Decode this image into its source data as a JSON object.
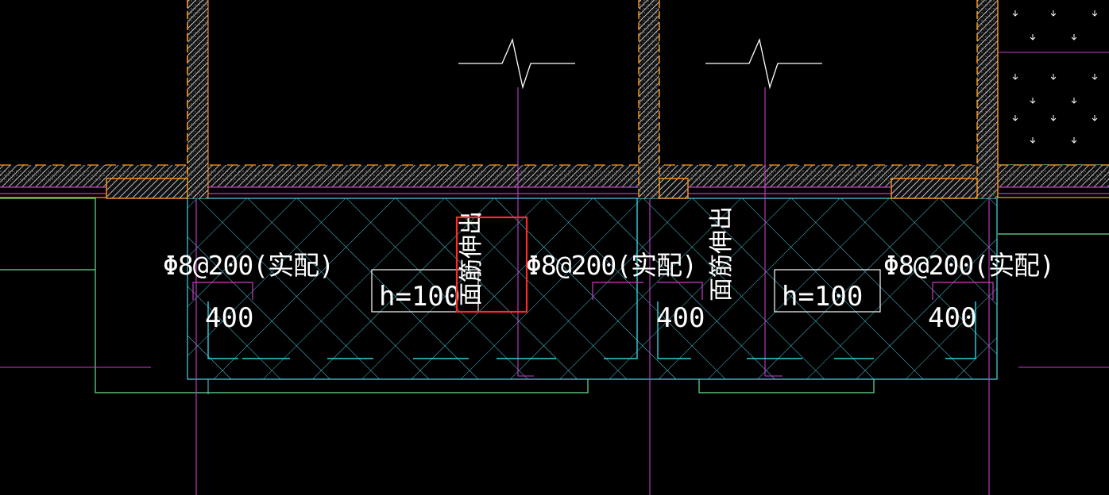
{
  "drawing": {
    "background": "#000000",
    "colors": {
      "wall_outline": "#ff9a1f",
      "wall_hatch": "#e8e8e8",
      "slab_mesh": "#4fd2e6",
      "rebar_outline": "#2fd0e0",
      "axis_line": "#c83cc8",
      "green_line": "#66e08f",
      "text": "#ffffff",
      "highlight_box": "#ff2a2a"
    },
    "labels": {
      "rebar_left": "Φ8@200(实配)",
      "rebar_mid": "Φ8@200(实配)",
      "rebar_right": "Φ8@200(实配)",
      "dim_left": "400",
      "dim_mid": "400",
      "dim_right": "400",
      "slab_thickness_1": "h=100",
      "slab_thickness_2": "h=100",
      "vertical_note_1": "面筋伸出",
      "vertical_note_2": "面筋伸出"
    },
    "icons": {
      "break_line": "break-line-symbol",
      "fill_arrow": "down-arrow-symbol"
    }
  }
}
